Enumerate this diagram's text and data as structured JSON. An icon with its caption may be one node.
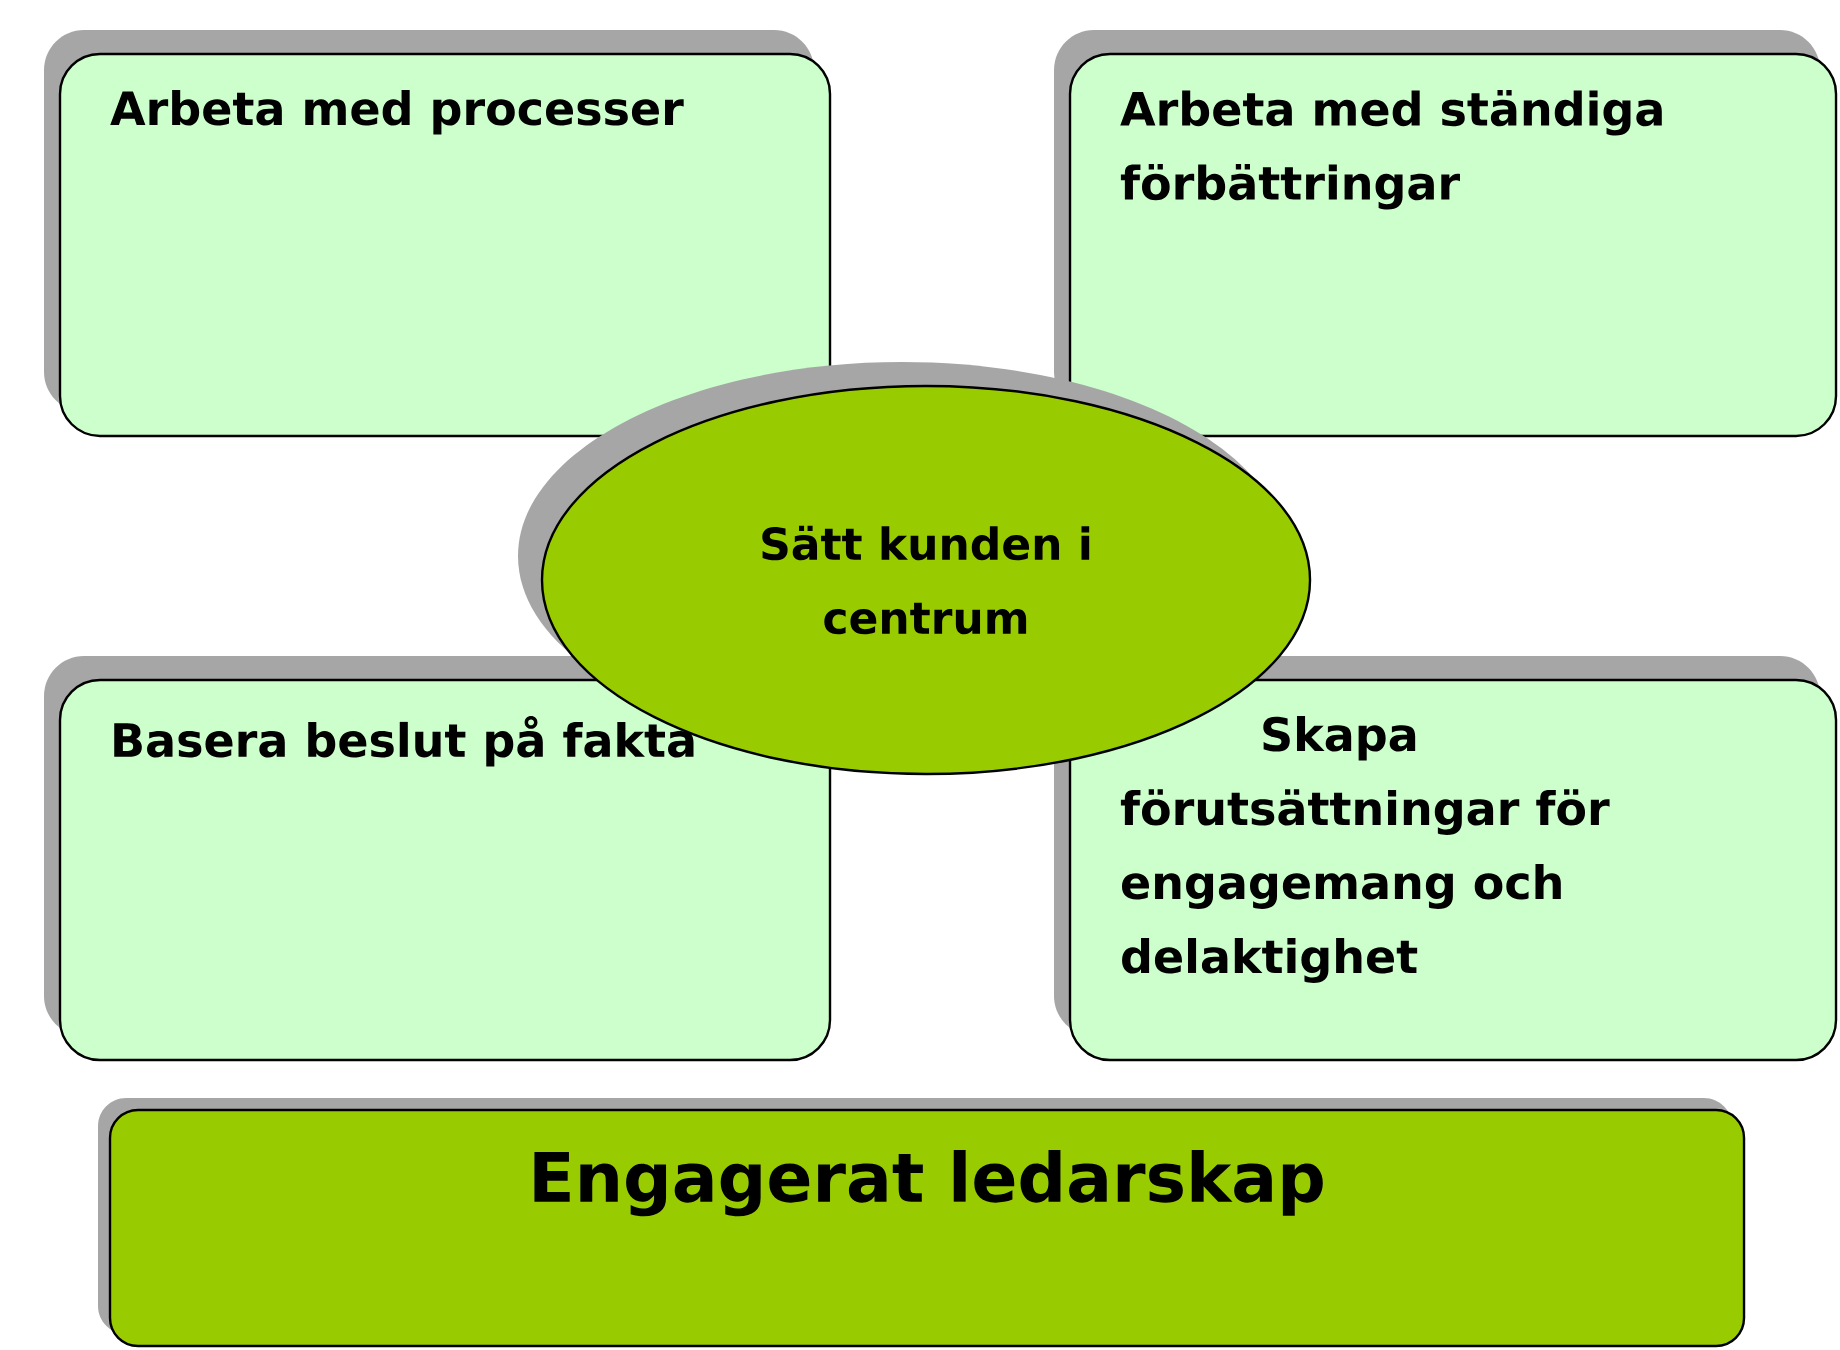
{
  "diagram": {
    "nodes": [
      {
        "text": [
          "Arbeta med processer"
        ]
      },
      {
        "text": [
          "Arbeta med ständiga förbättringar"
        ]
      },
      {
        "text": [
          "Sätt kunden i centrum"
        ]
      },
      {
        "text": [
          "Basera beslut på fakta"
        ]
      },
      {
        "text": [
          "Skapa förutsättningar för engagemang och delaktighet"
        ]
      },
      {
        "text": [
          "Engagerat ledarskap"
        ]
      }
    ]
  }
}
